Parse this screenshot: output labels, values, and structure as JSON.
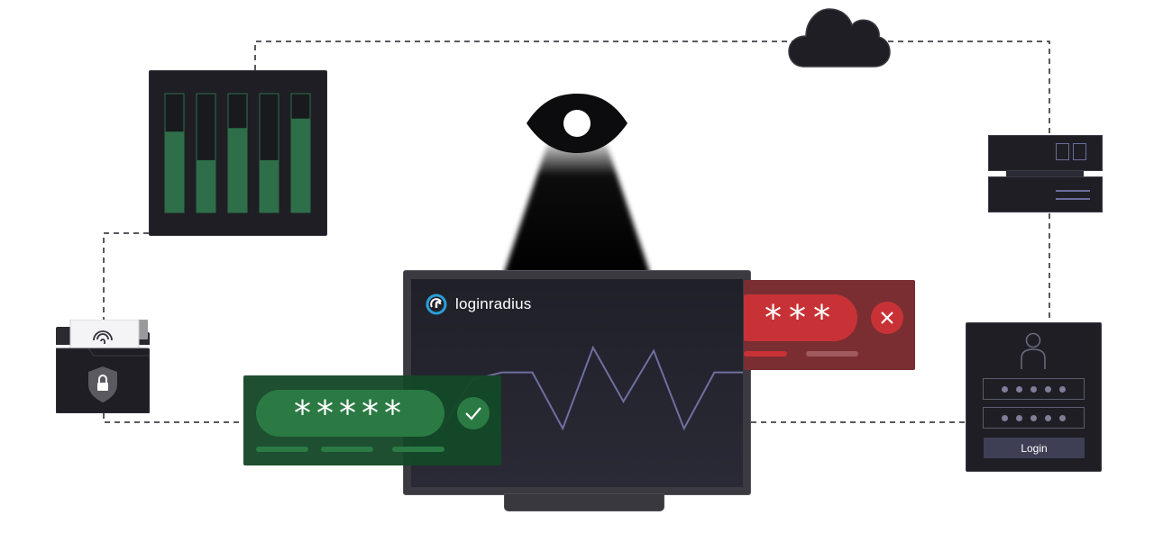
{
  "brand": {
    "name": "loginradius",
    "logo_icon": "loginradius-logo-icon",
    "accent": "#2a9fd8"
  },
  "password_cards": {
    "valid": {
      "mask": "*****",
      "status_icon": "checkmark-icon",
      "color": "#2b7a44"
    },
    "invalid": {
      "mask": "***",
      "status_icon": "x-icon",
      "color": "#c83236"
    }
  },
  "login_form": {
    "button_label": "Login",
    "user_icon": "user-icon"
  },
  "bar_levels": [
    0.68,
    0.44,
    0.71,
    0.44,
    0.79
  ],
  "line_series": [
    0.45,
    0.2,
    0.65,
    0.72,
    0.72,
    0.2,
    0.95,
    0.45,
    0.92,
    0.2,
    0.72,
    0.72
  ],
  "icons": {
    "eye": "eye-icon",
    "cloud": "cloud-icon",
    "server": "server-icon",
    "folder": "folder-icon",
    "shield": "shield-lock-icon",
    "fingerprint": "fingerprint-icon"
  },
  "colors": {
    "dark_panel": "#1e1e24",
    "bar_green": "#2e6e48",
    "line": "#6f6fa0"
  }
}
